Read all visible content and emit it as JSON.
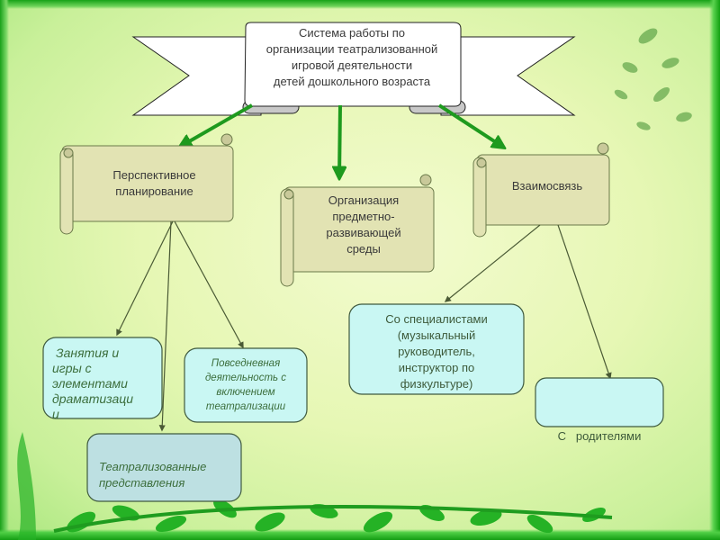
{
  "title": {
    "lines": [
      "Система  работы по",
      "организации театрализованной",
      "игровой деятельности",
      "детей дошкольного возраста"
    ]
  },
  "branches": [
    {
      "id": "planning",
      "lines": [
        "Перспективное",
        "планирование"
      ]
    },
    {
      "id": "environment",
      "lines": [
        "Организация",
        "предметно-",
        "развивающей",
        "среды"
      ]
    },
    {
      "id": "relations",
      "lines": [
        "Взаимосвязь"
      ]
    }
  ],
  "planning_children": [
    {
      "id": "classes",
      "lines": [
        "Занятия и",
        "игры с",
        "элементами",
        "драматизаци",
        "и"
      ]
    },
    {
      "id": "daily",
      "lines": [
        "Повседневная",
        "деятельность  с",
        "включением",
        "театрализации"
      ]
    },
    {
      "id": "performances",
      "lines": [
        "Театрализованные",
        "представления"
      ]
    }
  ],
  "relations_children": [
    {
      "id": "specialists",
      "lines": [
        "Со  специалистами",
        "(музыкальный",
        "руководитель,",
        "инструктор по",
        "физкультуре)"
      ]
    },
    {
      "id": "parents",
      "lines": [
        "С   родителями"
      ]
    }
  ],
  "colors": {
    "arrow_green": "#1e9a1e",
    "scroll_fill": "#e2e3b3",
    "scroll_stroke": "#6b7a4a",
    "box_fill_light": "#c9f7f3",
    "box_fill_blue": "#bde0e2",
    "box_stroke": "#3f5a3f"
  }
}
